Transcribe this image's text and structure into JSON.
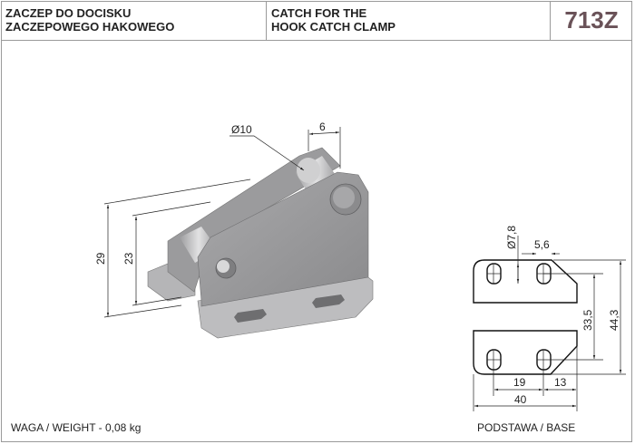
{
  "header": {
    "title_pl_line1": "ZACZEP DO DOCISKU",
    "title_pl_line2": "ZACZEPOWEGO HAKOWEGO",
    "title_en_line1": "CATCH FOR THE",
    "title_en_line2": "HOOK CATCH CLAMP",
    "product_code": "713Z"
  },
  "iso_view": {
    "dim_pin_diameter": "Ø10",
    "dim_plate_gap": "6",
    "dim_height_total": "29",
    "dim_height_pin": "23"
  },
  "base_view": {
    "dim_hole_diameter": "Ø7,8",
    "dim_slot_length": "5,6",
    "dim_hole_spacing_y": "33,5",
    "dim_total_height": "44,3",
    "dim_hole_spacing_x": "19",
    "dim_hole_to_edge": "13",
    "dim_total_width": "40",
    "caption": "PODSTAWA / BASE"
  },
  "footer": {
    "weight": "WAGA / WEIGHT - 0,08 kg"
  }
}
